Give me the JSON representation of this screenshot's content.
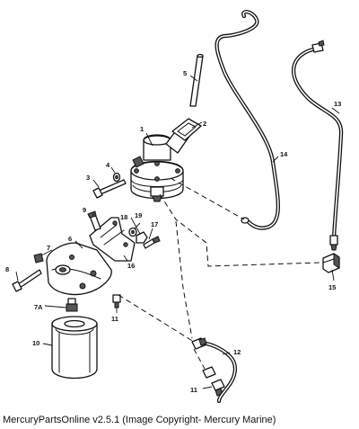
{
  "caption": "MercuryPartsOnline v2.5.1 (Image Copyright- Mercury Marine)",
  "callouts": {
    "c1": "1",
    "c2": "2",
    "c3": "3",
    "c4": "4",
    "c5": "5",
    "c6": "6",
    "c7": "7",
    "c7a": "7A",
    "c8": "8",
    "c9": "9",
    "c10": "10",
    "c11a": "11",
    "c11b": "11",
    "c12": "12",
    "c13": "13",
    "c14": "14",
    "c15": "15",
    "c16": "16",
    "c17": "17",
    "c18": "18",
    "c19": "19"
  }
}
